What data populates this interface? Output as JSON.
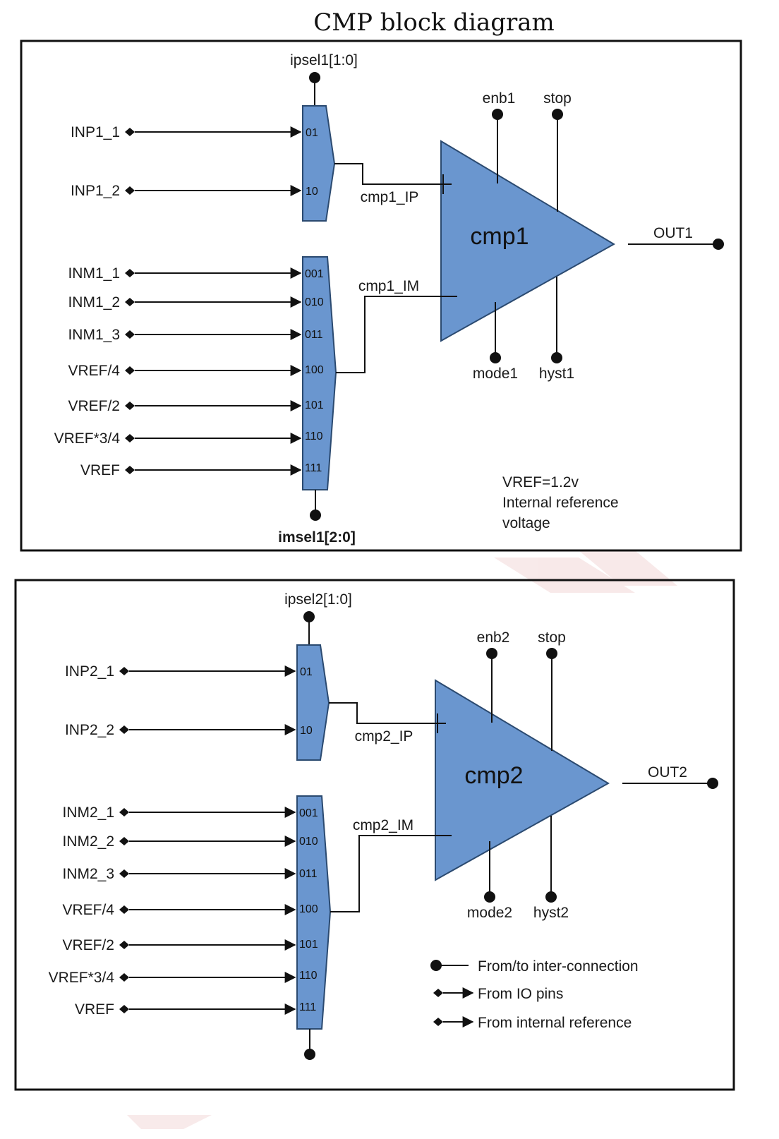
{
  "title": "CMP block diagram",
  "colors": {
    "block_fill": "#6a96cf",
    "block_stroke": "#2b4a70",
    "line": "#111111",
    "watermark": "#f3d8d8"
  },
  "blocks": [
    {
      "ip_sel": "ipsel1[1:0]",
      "im_sel": "imsel1[2:0]",
      "ip_inputs": [
        "INP1_1",
        "INP1_2"
      ],
      "ip_codes": [
        "01",
        "10"
      ],
      "im_inputs": [
        "INM1_1",
        "INM1_2",
        "INM1_3",
        "VREF/4",
        "VREF/2",
        "VREF*3/4",
        "VREF"
      ],
      "im_codes": [
        "001",
        "010",
        "011",
        "100",
        "101",
        "110",
        "111"
      ],
      "ip_signal": "cmp1_IP",
      "im_signal": "cmp1_IM",
      "comparator": "cmp1",
      "enb": "enb1",
      "stop": "stop",
      "mode": "mode1",
      "hyst": "hyst1",
      "out": "OUT1",
      "note": [
        "VREF=1.2v",
        "Internal reference",
        "voltage"
      ]
    },
    {
      "ip_sel": "ipsel2[1:0]",
      "im_sel": "",
      "ip_inputs": [
        "INP2_1",
        "INP2_2"
      ],
      "ip_codes": [
        "01",
        "10"
      ],
      "im_inputs": [
        "INM2_1",
        "INM2_2",
        "INM2_3",
        "VREF/4",
        "VREF/2",
        "VREF*3/4",
        "VREF"
      ],
      "im_codes": [
        "001",
        "010",
        "011",
        "100",
        "101",
        "110",
        "111"
      ],
      "ip_signal": "cmp2_IP",
      "im_signal": "cmp2_IM",
      "comparator": "cmp2",
      "enb": "enb2",
      "stop": "stop",
      "mode": "mode2",
      "hyst": "hyst2",
      "out": "OUT2"
    }
  ],
  "legend": [
    {
      "symbol": "dot-line",
      "label": "From/to inter-connection"
    },
    {
      "symbol": "diamond-arrow",
      "label": "From IO pins"
    },
    {
      "symbol": "diamond-arrow",
      "label": "From internal reference"
    }
  ]
}
